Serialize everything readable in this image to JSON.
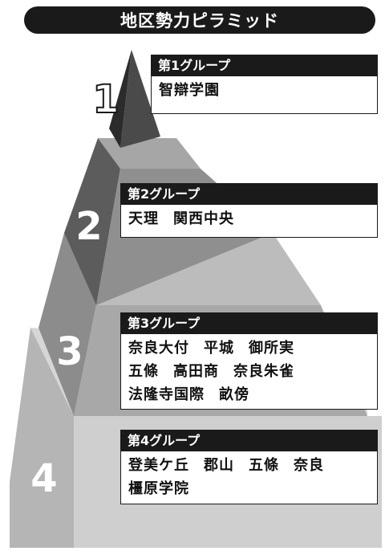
{
  "title": "地区勢力ピラミッド",
  "tiers": [
    {
      "number": "1",
      "label": "第1グループ",
      "lines": [
        [
          "智辯学園"
        ]
      ]
    },
    {
      "number": "2",
      "label": "第2グループ",
      "lines": [
        [
          "天理",
          "関西中央"
        ]
      ]
    },
    {
      "number": "3",
      "label": "第3グループ",
      "lines": [
        [
          "奈良大付",
          "平城",
          "御所実"
        ],
        [
          "五條",
          "高田商",
          "奈良朱雀"
        ],
        [
          "法隆寺国際",
          "畝傍"
        ]
      ]
    },
    {
      "number": "4",
      "label": "第4グループ",
      "lines": [
        [
          "登美ケ丘",
          "郡山",
          "五條",
          "奈良"
        ],
        [
          "橿原学院"
        ]
      ]
    }
  ],
  "colors": {
    "dark": "#1a1a1a",
    "tier1_left": "#2b2b2b",
    "tier1_right": "#4a4a4a",
    "tier2_left": "#5c5c5c",
    "tier2_top": "#a6a6a6",
    "tier3_left": "#8c8c8c",
    "tier3_top": "#bcbcbc",
    "tier4_left": "#b5b5b5",
    "tier4_top": "#d6d6d6",
    "tier4_front": "#cfcfcf"
  }
}
